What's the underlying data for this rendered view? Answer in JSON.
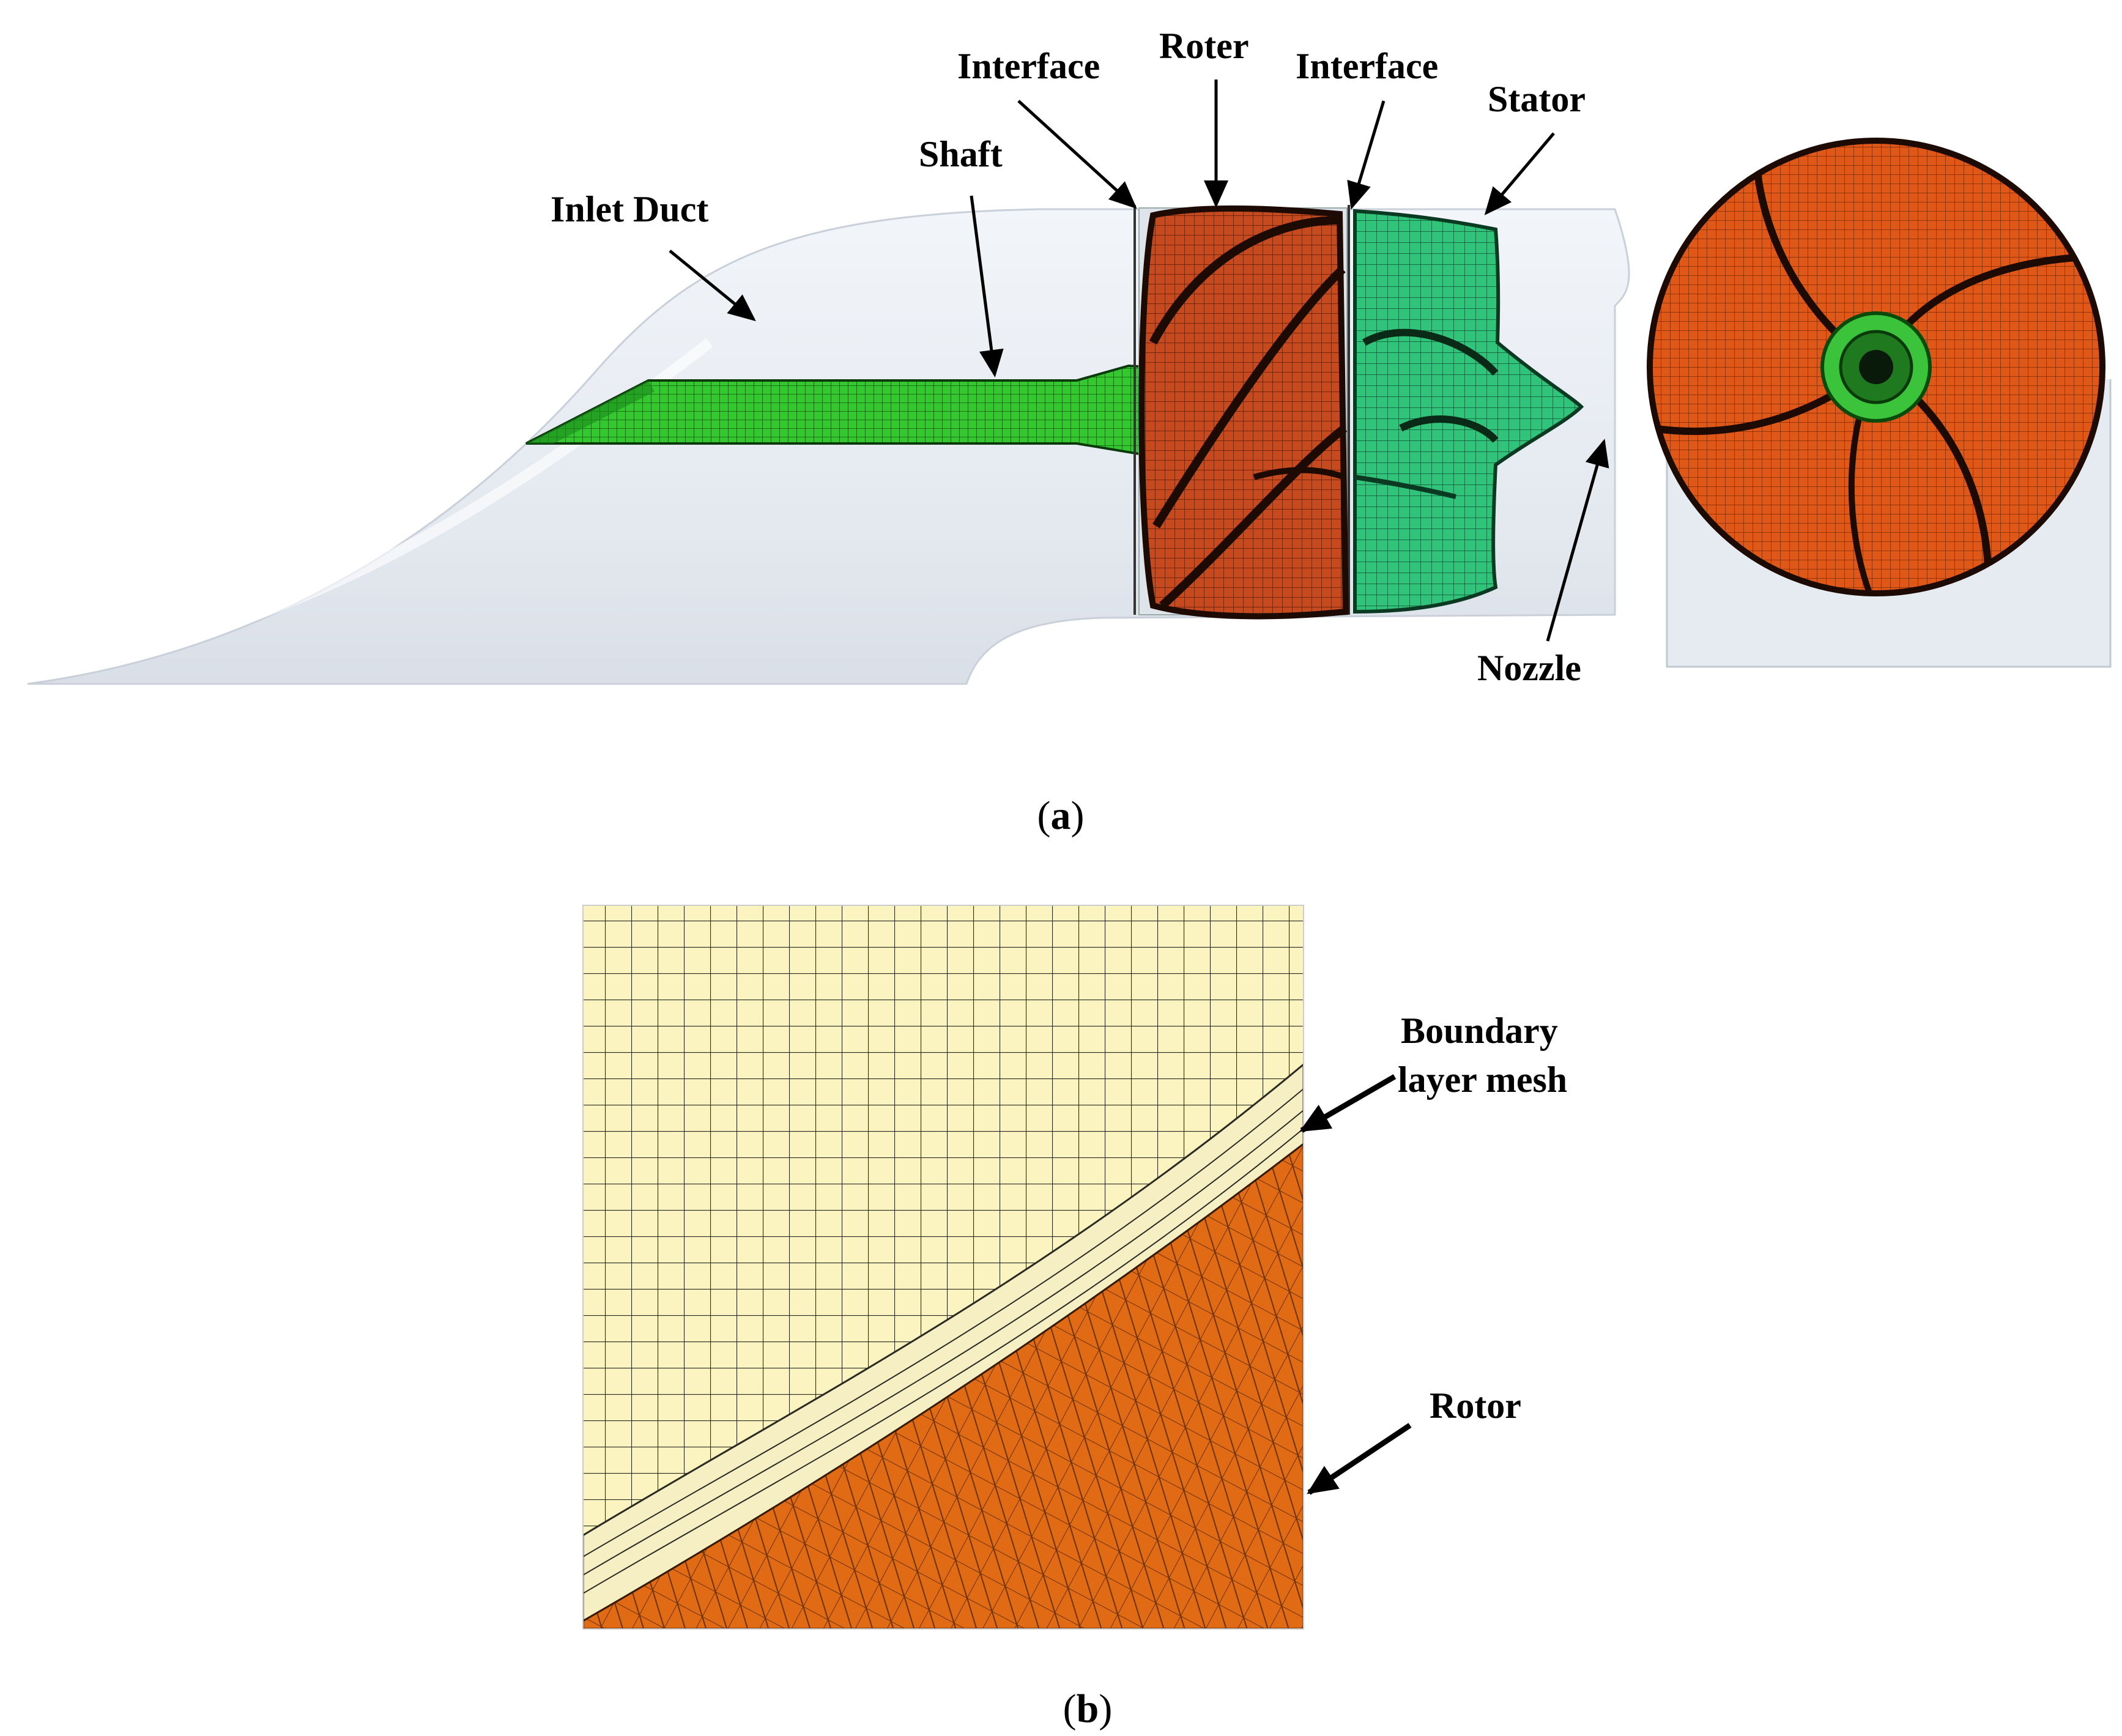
{
  "panel_a": {
    "caption_open": "(",
    "caption_letter": "a",
    "caption_close": ")",
    "labels": {
      "inlet_duct": "Inlet Duct",
      "shaft": "Shaft",
      "interface_left": "Interface",
      "roter": "Roter",
      "interface_right": "Interface",
      "stator": "Stator",
      "nozzle": "Nozzle"
    }
  },
  "panel_b": {
    "caption_open": "(",
    "caption_letter": "b",
    "caption_close": ")",
    "labels": {
      "boundary_line1": "Boundary",
      "boundary_line2": "layer mesh",
      "rotor": "Rotor"
    }
  },
  "colors": {
    "duct": "#e6ebf1",
    "shaft_green": "#2ec22a",
    "rotor_orange": "#c94a1c",
    "stator_green": "#2fc77a",
    "fluid_yellow": "#fbf3c0",
    "rotor_mesh_orange": "#e26a14"
  }
}
